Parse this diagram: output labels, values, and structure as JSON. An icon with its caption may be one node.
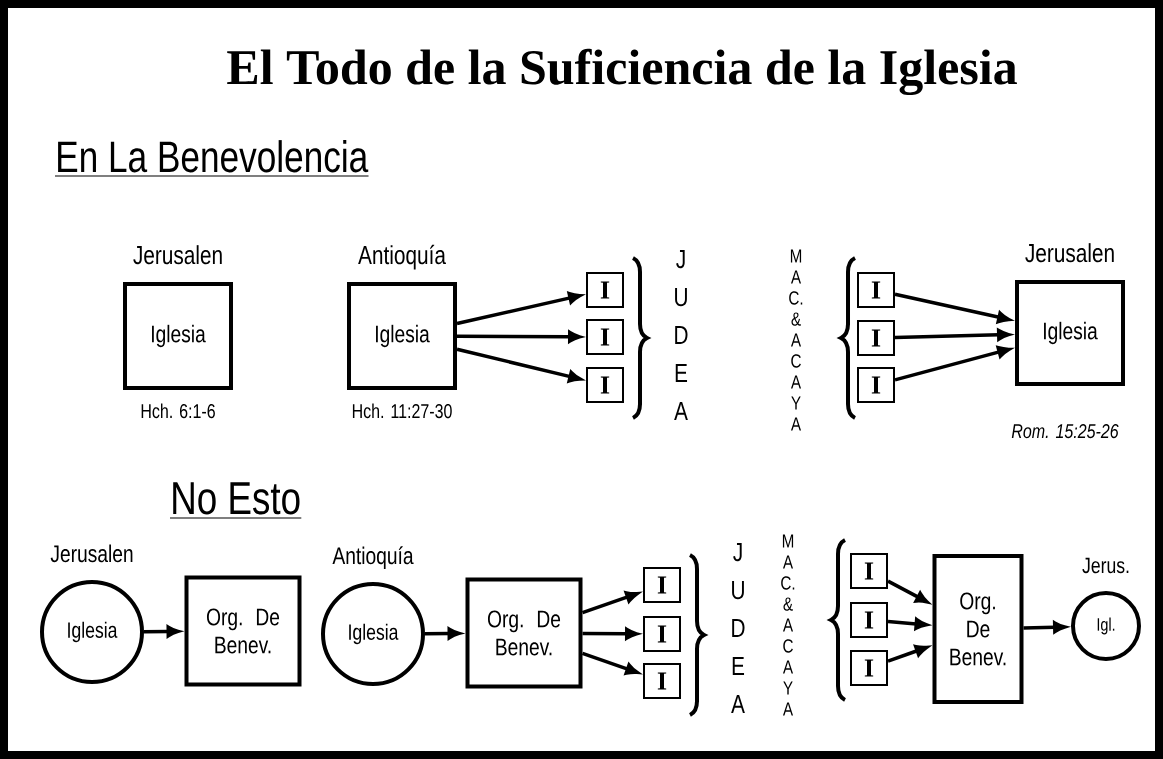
{
  "diagram": {
    "title": "El Todo de la Suficiencia de la Iglesia",
    "nodes": [
      {
        "text": [
          "Jerusalen",
          "Iglesia"
        ],
        "beside": [
          "Hch. 6:1-6"
        ]
      },
      {
        "text": [
          "Antioquía",
          "Iglesia"
        ],
        "beside": [
          "Hch. 11:27-30"
        ]
      },
      {
        "text": [
          "I"
        ]
      },
      {
        "text": [
          "I"
        ]
      },
      {
        "text": [
          "I"
        ]
      },
      {
        "text": [
          "I"
        ]
      },
      {
        "text": [
          "I"
        ]
      },
      {
        "text": [
          "I"
        ]
      },
      {
        "text": [
          "Jerusalen",
          "Iglesia"
        ],
        "beside": [
          "Rom. 15:25-26"
        ]
      },
      {
        "text": [
          "Jerusalen",
          "Iglesia"
        ]
      },
      {
        "text": [
          "Org. De Benev."
        ]
      },
      {
        "text": [
          "Antioquía",
          "Iglesia"
        ]
      },
      {
        "text": [
          "Org. De Benev."
        ]
      },
      {
        "text": [
          "I"
        ]
      },
      {
        "text": [
          "I"
        ]
      },
      {
        "text": [
          "I"
        ]
      },
      {
        "text": [
          "I"
        ]
      },
      {
        "text": [
          "I"
        ]
      },
      {
        "text": [
          "I"
        ]
      },
      {
        "text": [
          "Org. De Benev."
        ]
      },
      {
        "text": [
          "Jerus.",
          "Igl."
        ]
      }
    ],
    "edges": [
      {
        "from": 1,
        "to": 2,
        "arrow": "to"
      },
      {
        "from": 1,
        "to": 3,
        "arrow": "to"
      },
      {
        "from": 1,
        "to": 4,
        "arrow": "to"
      },
      {
        "from": 5,
        "to": 8,
        "arrow": "to"
      },
      {
        "from": 6,
        "to": 8,
        "arrow": "to"
      },
      {
        "from": 7,
        "to": 8,
        "arrow": "to"
      },
      {
        "from": 9,
        "to": 10,
        "arrow": "to"
      },
      {
        "from": 11,
        "to": 12,
        "arrow": "to"
      },
      {
        "from": 12,
        "to": 13,
        "arrow": "to"
      },
      {
        "from": 12,
        "to": 14,
        "arrow": "to"
      },
      {
        "from": 12,
        "to": 15,
        "arrow": "to"
      },
      {
        "from": 16,
        "to": 19,
        "arrow": "to"
      },
      {
        "from": 17,
        "to": 19,
        "arrow": "to"
      },
      {
        "from": 18,
        "to": 19,
        "arrow": "to"
      },
      {
        "from": 19,
        "to": 20,
        "arrow": "to"
      }
    ],
    "labels": [
      "En La Benevolencia",
      "J U D E A",
      "M A C. & A C A Y A",
      "No Esto",
      "J U D E A",
      "M A C. & A C A Y A"
    ]
  }
}
